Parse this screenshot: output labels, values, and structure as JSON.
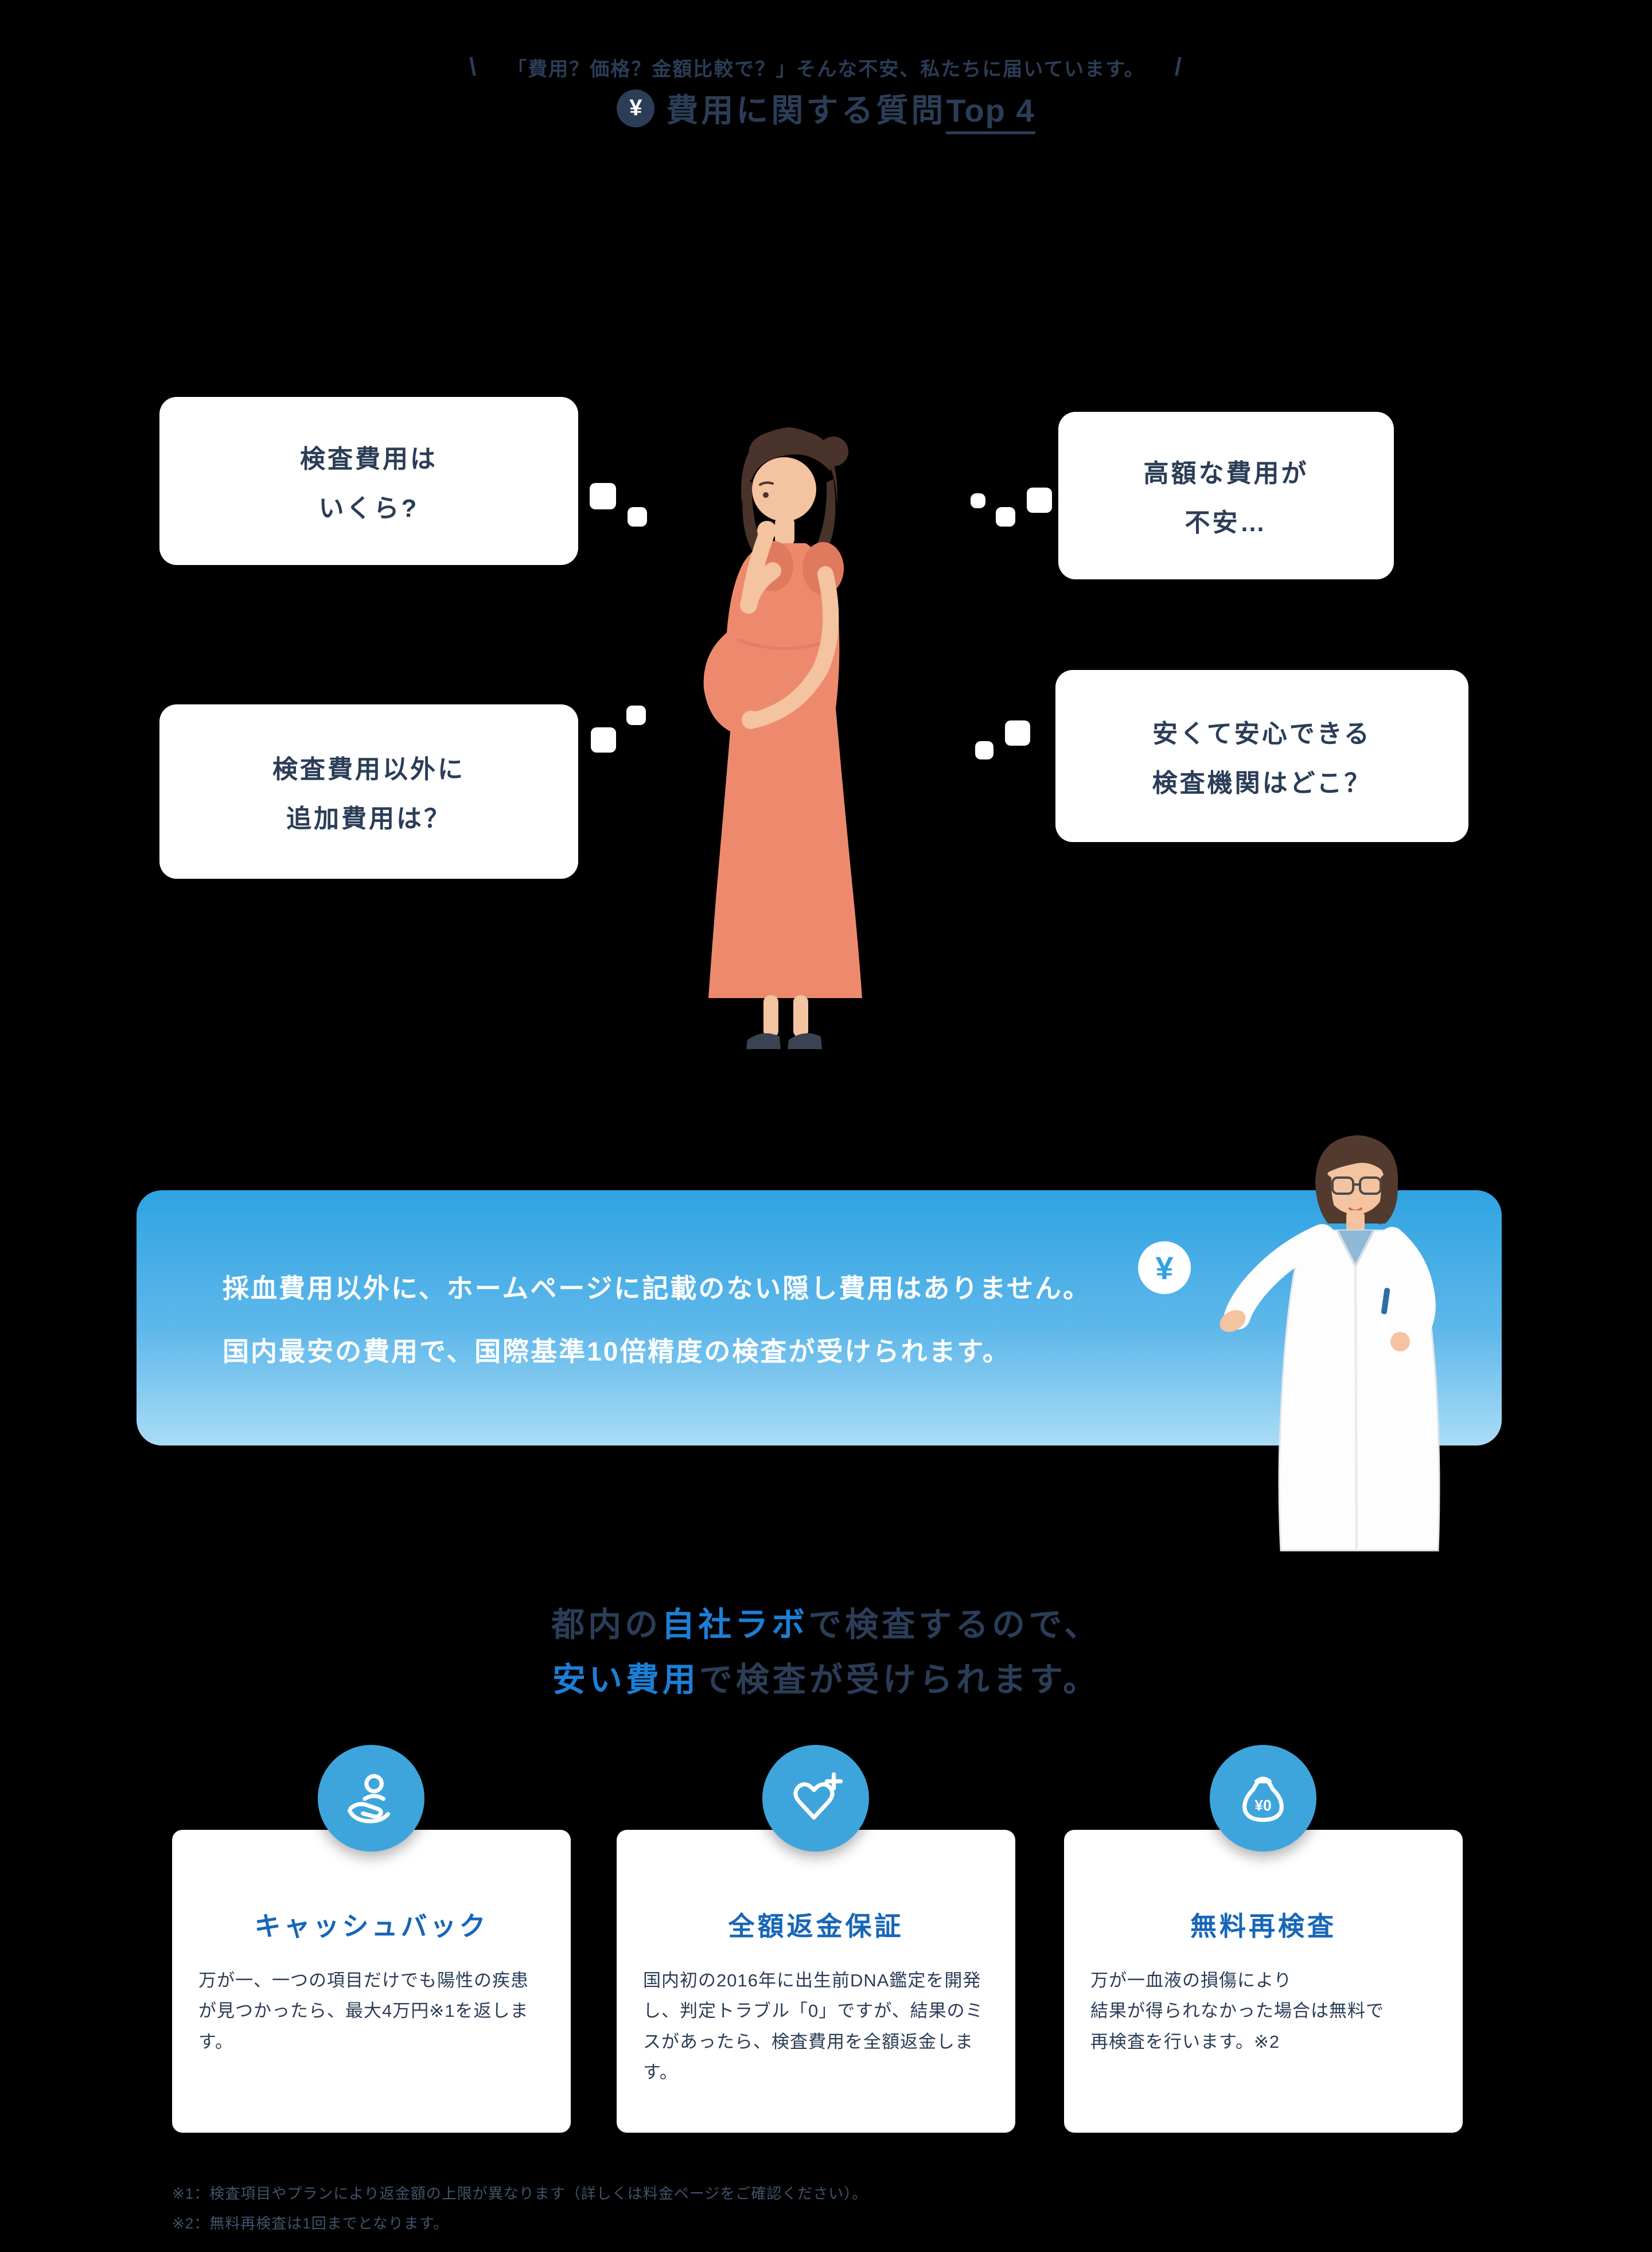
{
  "tagline": {
    "left_slash": "\\",
    "right_slash": "/",
    "text": "「費用？価格？金額比較で？」そんな不安、私たちに届いています。"
  },
  "heading1": {
    "coin": "¥",
    "main": "費用に関する質問",
    "top": "Top 4"
  },
  "bubbles": [
    {
      "line1": "検査費用は",
      "line2": "いくら?"
    },
    {
      "line1": "高額な費用が",
      "line2": "不安…"
    },
    {
      "line1": "検査費用以外に",
      "line2": "追加費用は？"
    },
    {
      "line1": "安くて安心できる",
      "line2": "検査機関はどこ？"
    }
  ],
  "banner": {
    "coin": "¥",
    "line1": "採血費用以外に、ホームページに記載のない隠し費用はありません。",
    "line2": "国内最安の費用で、国際基準10倍精度の検査が受けられます。"
  },
  "heading2": {
    "line1_pre": "都内の",
    "line1_hl": "自社ラボ",
    "line1_post": "で検査するので、",
    "line2_hl": "安い費用",
    "line2_post": "で検査が受けられます。"
  },
  "cards": [
    {
      "title": "キャッシュバック",
      "body": "万が一、一つの項目だけでも陽性の疾患が見つかったら、最大4万円※1を返します。",
      "icon": "cashback-hand-icon"
    },
    {
      "title": "全額返金保証",
      "body": "国内初の2016年に出生前DNA鑑定を開発し、判定トラブル「0」ですが、結果のミスがあったら、検査費用を全額返金します。",
      "icon": "heart-plus-icon"
    },
    {
      "title": "無料再検査",
      "body": "万が一血液の損傷により\n結果が得られなかった場合は無料で\n再検査を行います。※2",
      "icon": "money-bag-icon",
      "bag_label": "¥0"
    }
  ],
  "footnotes": {
    "note1": "※1：検査項目やプランにより返金額の上限が異なります（詳しくは料金ページをご確認ください）。",
    "note2": "※2：無料再検査は1回までとなります。"
  },
  "colors": {
    "accent_blue": "#2fa3e2",
    "deep_blue": "#1766b8",
    "highlight_blue": "#1c7fd6",
    "navy_text": "#2b3d57",
    "dress_coral": "#ed8a6e",
    "background": "#000000"
  }
}
